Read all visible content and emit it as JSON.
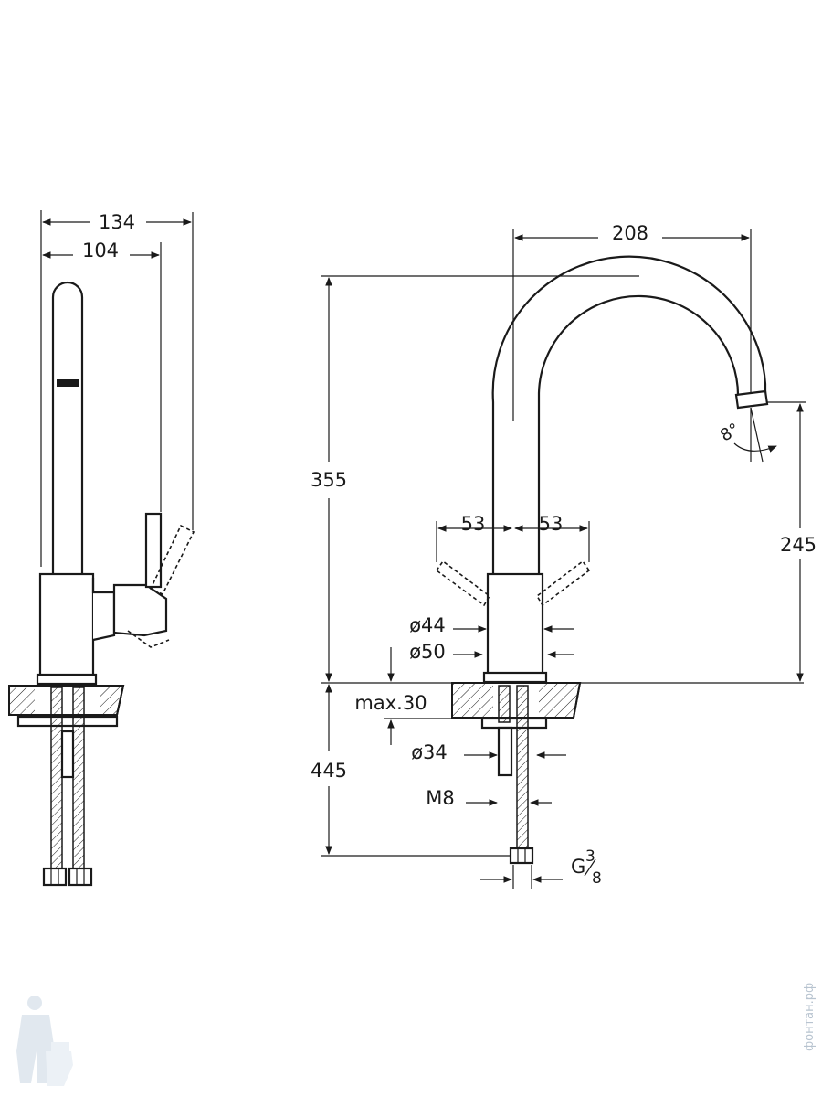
{
  "side_view": {
    "dim_total_depth": "134",
    "dim_body_depth": "104"
  },
  "front_view": {
    "dim_spout_reach": "208",
    "dim_total_height": "355",
    "dim_spout_height": "245",
    "dim_spray_angle": "8°",
    "dim_lever_left": "53",
    "dim_lever_right": "53",
    "dim_diameter_44": "ø44",
    "dim_diameter_50": "ø50",
    "dim_max_deck": "max.30",
    "dim_below_deck": "445",
    "dim_diameter_34": "ø34",
    "dim_stud": "M8",
    "dim_thread_main": "G",
    "dim_thread_num": "3",
    "dim_thread_den": "8"
  },
  "watermark": {
    "site": "фонтан.рф"
  }
}
